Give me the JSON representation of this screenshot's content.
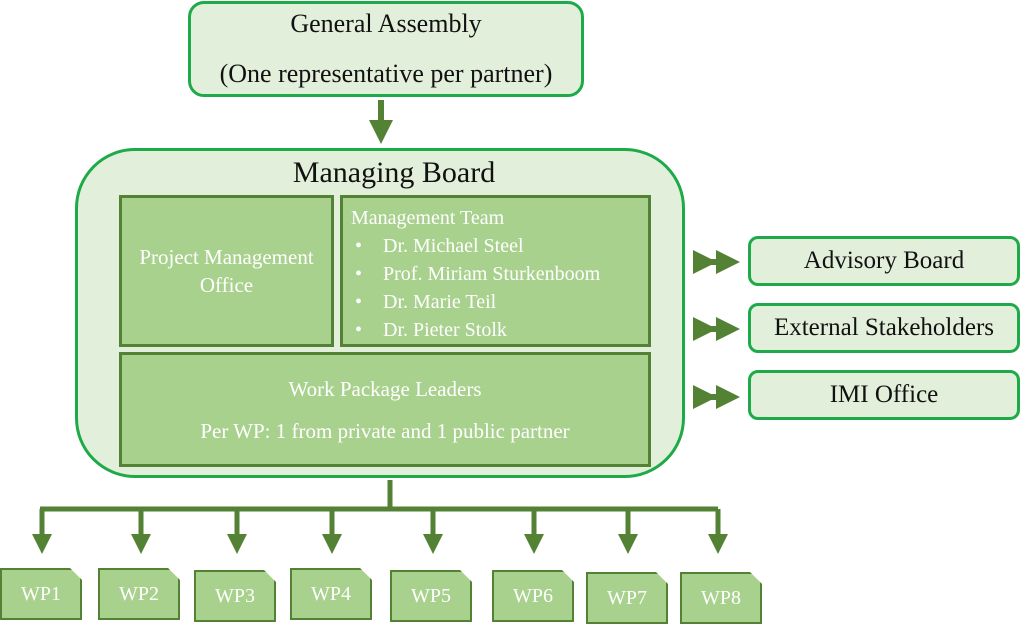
{
  "general_assembly": {
    "title": "General Assembly",
    "subtitle": "(One representative per partner)"
  },
  "managing_board": {
    "title": "Managing Board",
    "pmo": "Project Management Office",
    "management_team": {
      "title": "Management Team",
      "members": [
        "Dr. Michael Steel",
        "Prof. Miriam Sturkenboom",
        "Dr. Marie Teil",
        "Dr. Pieter Stolk"
      ]
    },
    "wp_leaders": {
      "title": "Work Package Leaders",
      "note": "Per WP: 1 from private and 1 public partner"
    }
  },
  "side_boxes": [
    "Advisory Board",
    "External Stakeholders",
    "IMI Office"
  ],
  "work_packages": [
    "WP1",
    "WP2",
    "WP3",
    "WP4",
    "WP5",
    "WP6",
    "WP7",
    "WP8"
  ],
  "colors": {
    "light_fill": "#e2efda",
    "border_green": "#1faa4a",
    "dark_fill": "#a9d18e",
    "arrow_green": "#548235"
  }
}
